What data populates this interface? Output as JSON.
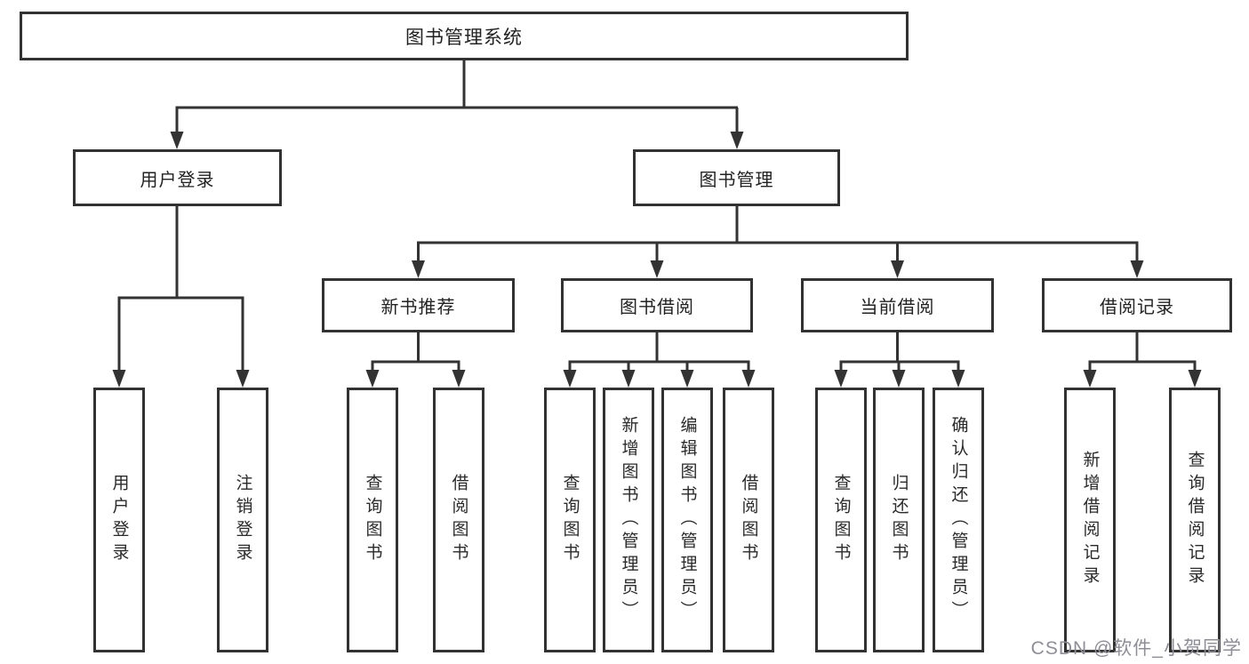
{
  "diagram": {
    "title_node": "图书管理系统",
    "branches": [
      {
        "label": "用户登录",
        "leaves": [
          "用户登录",
          "注销登录"
        ]
      },
      {
        "label": "图书管理",
        "groups": [
          {
            "label": "新书推荐",
            "leaves": [
              "查询图书",
              "借阅图书"
            ]
          },
          {
            "label": "图书借阅",
            "leaves": [
              "查询图书",
              "新增图书（管理员）",
              "编辑图书（管理员）",
              "借阅图书"
            ]
          },
          {
            "label": "当前借阅",
            "leaves": [
              "查询图书",
              "归还图书",
              "确认归还（管理员）"
            ]
          },
          {
            "label": "借阅记录",
            "leaves": [
              "新增借阅记录",
              "查询借阅记录"
            ]
          }
        ]
      }
    ]
  },
  "watermark": "CSDN @软件_小贺同学",
  "colors": {
    "line": "#333333",
    "box_border": "#323232",
    "text": "#222222",
    "watermark": "#8e8e96",
    "background": "#ffffff"
  }
}
